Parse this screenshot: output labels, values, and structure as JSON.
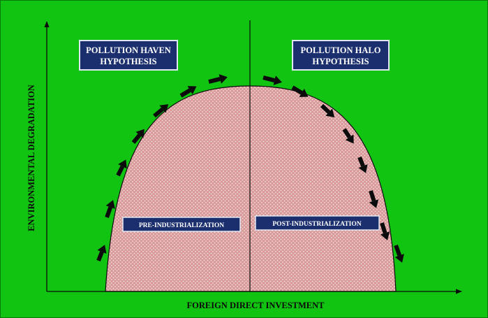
{
  "colors": {
    "background": "#12c412",
    "curve_fill": "#d99a9a",
    "box_fill": "#1b2f6e",
    "box_border": "#dfe6f2",
    "arrow": "#0b0b0b",
    "axis": "#0b0b0b"
  },
  "axes": {
    "x_label": "FOREIGN DIRECT INVESTMENT",
    "y_label": "ENVIRONMENTAL DEGRADATION"
  },
  "hypotheses": {
    "left": {
      "line1": "POLLUTION HAVEN",
      "line2": "HYPOTHESIS"
    },
    "right": {
      "line1": "POLLUTION HALO",
      "line2": "HYPOTHESIS"
    }
  },
  "stages": {
    "left": "PRE-INDUSTRIALIZATION",
    "right": "POST-INDUSTRIALIZATION"
  },
  "icons": {
    "flow_arrow": "bold-arrow-icon",
    "axis_arrow": "arrowhead-icon"
  }
}
